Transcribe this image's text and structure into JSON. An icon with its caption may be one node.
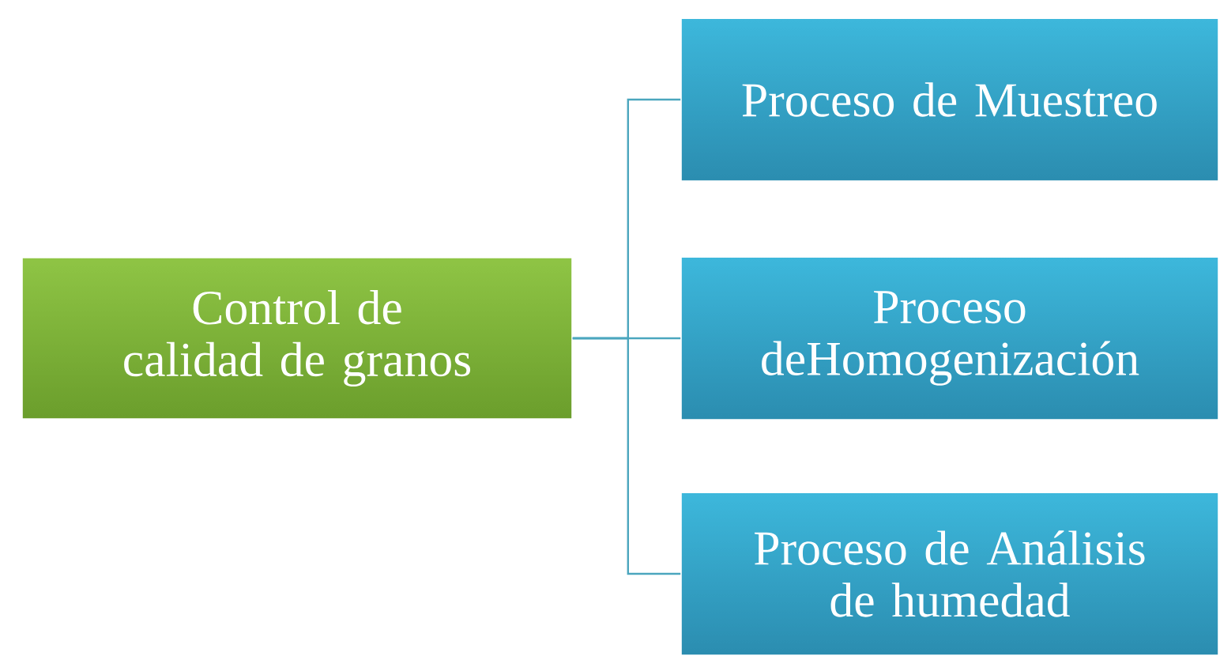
{
  "diagram": {
    "nodes": [
      {
        "text": [
          "Control de calidad de granos"
        ]
      },
      {
        "text": [
          "Proceso de Muestreo"
        ]
      },
      {
        "text": [
          "Proceso deHomogenización"
        ]
      },
      {
        "text": [
          "Proceso de Análisis de humedad"
        ]
      }
    ],
    "edges": [
      {
        "from": 0,
        "to": 1,
        "arrow": "none"
      },
      {
        "from": 0,
        "to": 2,
        "arrow": "none"
      },
      {
        "from": 0,
        "to": 3,
        "arrow": "none"
      }
    ]
  }
}
